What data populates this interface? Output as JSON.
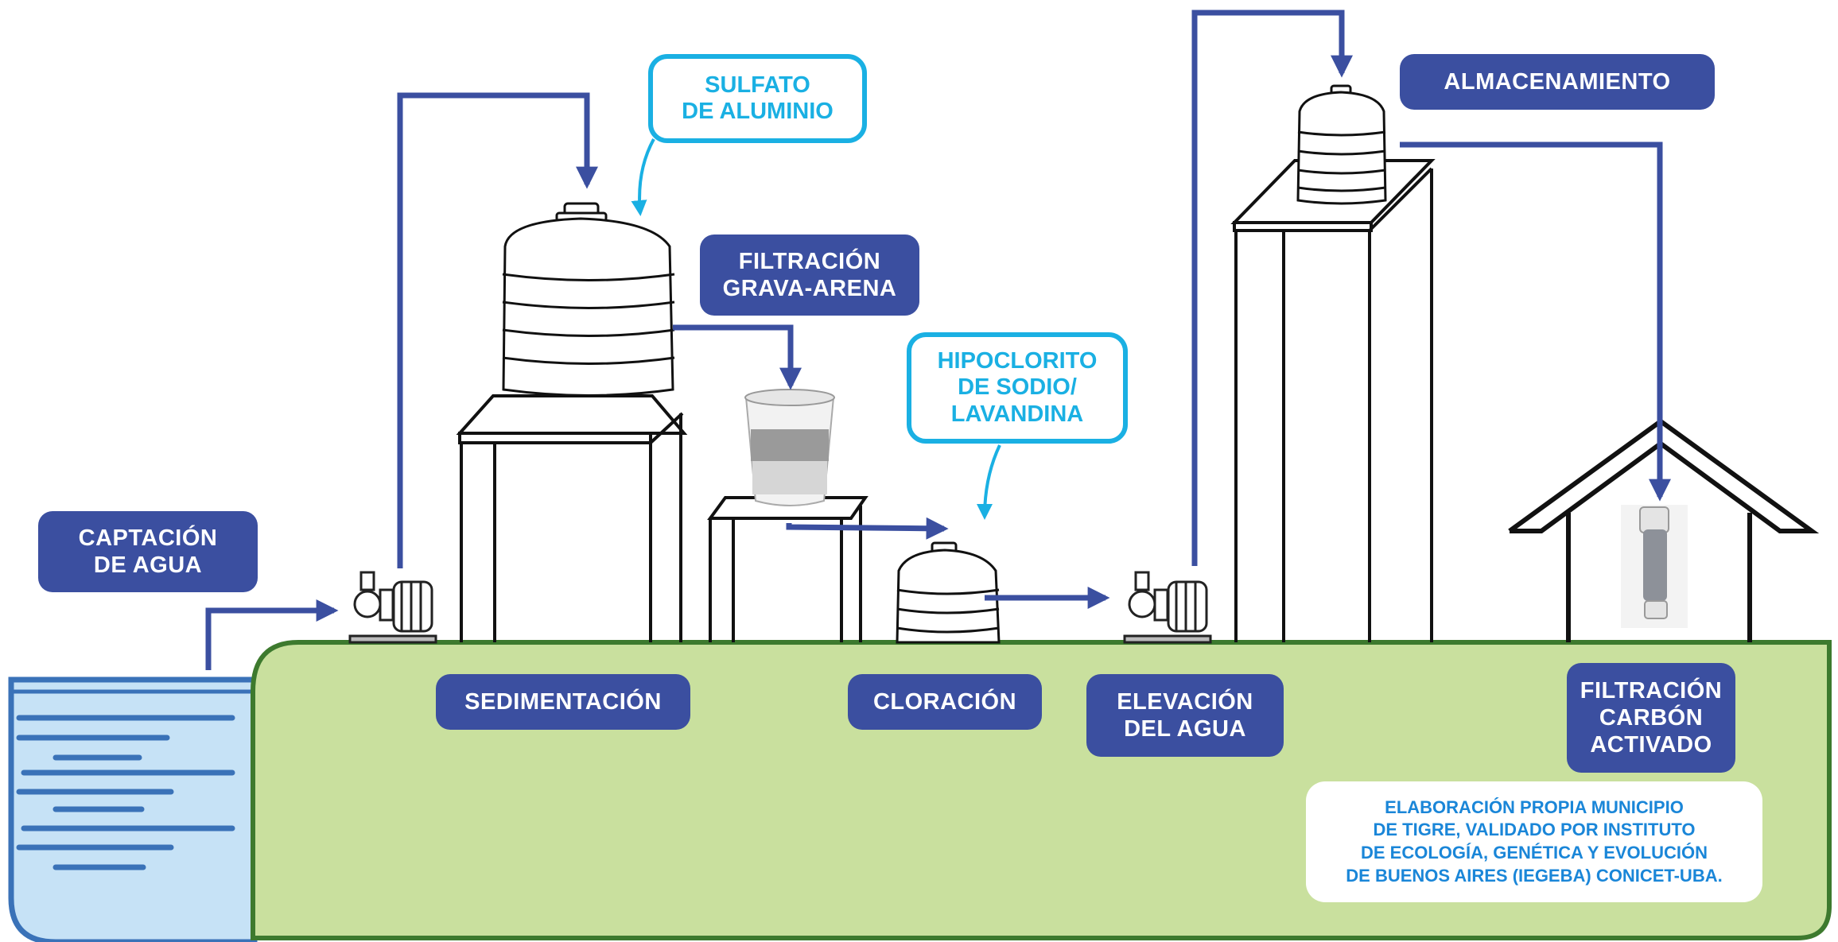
{
  "colors": {
    "label_bg": "#3b4fa0",
    "callout": "#1ab0e3",
    "credit_text": "#1a86d8",
    "ground": "#c9e09e",
    "ground_border": "#3d7a2e",
    "water": "#c6e2f6",
    "water_border": "#3a72b8",
    "arrow": "#3b4fa0"
  },
  "labels": {
    "captacion": [
      "CAPTACIÓN",
      "DE AGUA"
    ],
    "sedimentacion": [
      "SEDIMENTACIÓN"
    ],
    "filtracion_grava": [
      "FILTRACIÓN",
      "GRAVA-ARENA"
    ],
    "cloracion": [
      "CLORACIÓN"
    ],
    "elevacion": [
      "ELEVACIÓN",
      "DEL AGUA"
    ],
    "almacenamiento": [
      "ALMACENAMIENTO"
    ],
    "filtracion_carbon": [
      "FILTRACIÓN",
      "CARBÓN",
      "ACTIVADO"
    ]
  },
  "callouts": {
    "sulfato": [
      "SULFATO",
      "DE ALUMINIO"
    ],
    "hipoclorito": [
      "HIPOCLORITO",
      "DE SODIO/",
      "LAVANDINA"
    ]
  },
  "credit": [
    "ELABORACIÓN PROPIA MUNICIPIO",
    "DE TIGRE, VALIDADO POR INSTITUTO",
    "DE ECOLOGÍA, GENÉTICA Y EVOLUCIÓN",
    "DE BUENOS AIRES (IEGEBA) CONICET-UBA."
  ],
  "icons": [
    "water-pump-icon",
    "water-tank-icon",
    "gravel-filter-cup-icon",
    "carbon-filter-cartridge-icon",
    "house-icon",
    "water-body-icon"
  ]
}
